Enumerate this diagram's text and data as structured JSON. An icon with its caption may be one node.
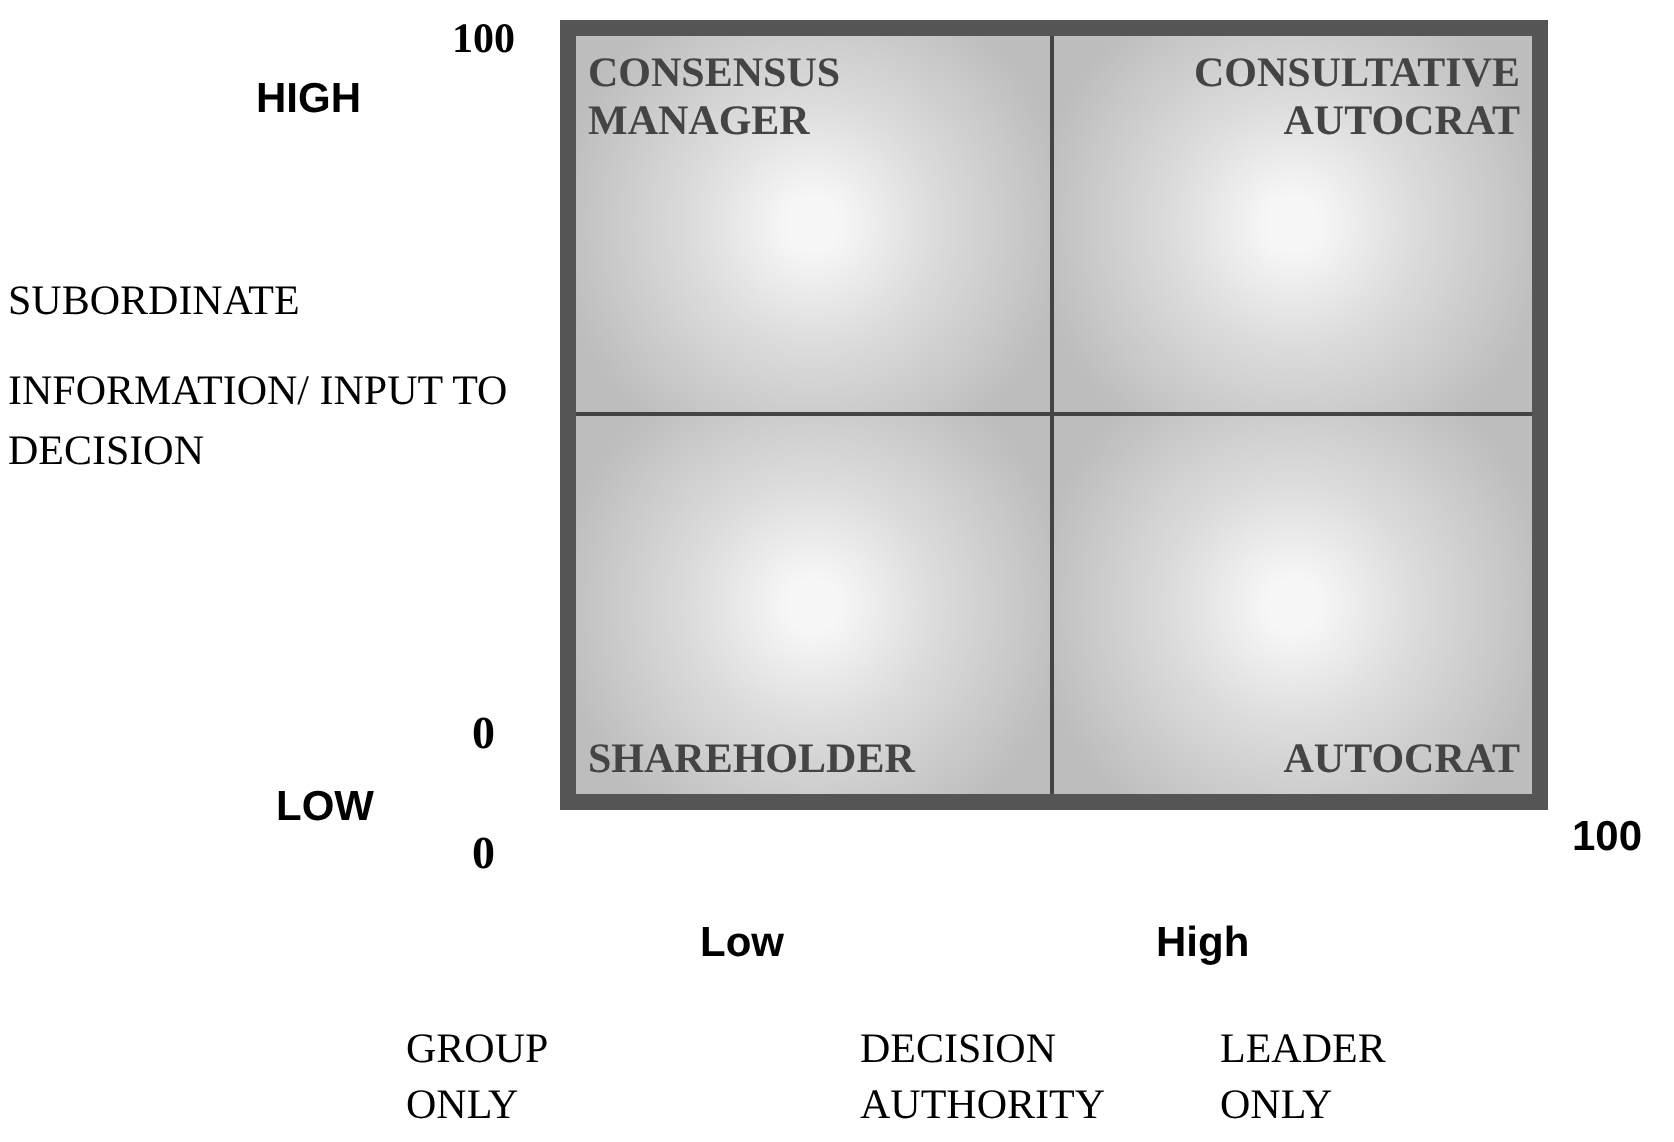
{
  "diagram": {
    "nodes": [
      {
        "text": [
          "CONSENSUS MANAGER"
        ]
      },
      {
        "text": [
          "CONSULTATIVE AUTOCRAT"
        ]
      },
      {
        "text": [
          "SHAREHOLDER"
        ]
      },
      {
        "text": [
          "AUTOCRAT"
        ]
      }
    ],
    "edges": [],
    "labels": [
      "100",
      "HIGH",
      "SUBORDINATE",
      "INFORMATION/ INPUT TO DECISION",
      "0",
      "LOW",
      "0",
      "100",
      "Low",
      "High",
      "GROUP ONLY",
      "DECISION AUTHORITY",
      "LEADER ONLY"
    ]
  }
}
